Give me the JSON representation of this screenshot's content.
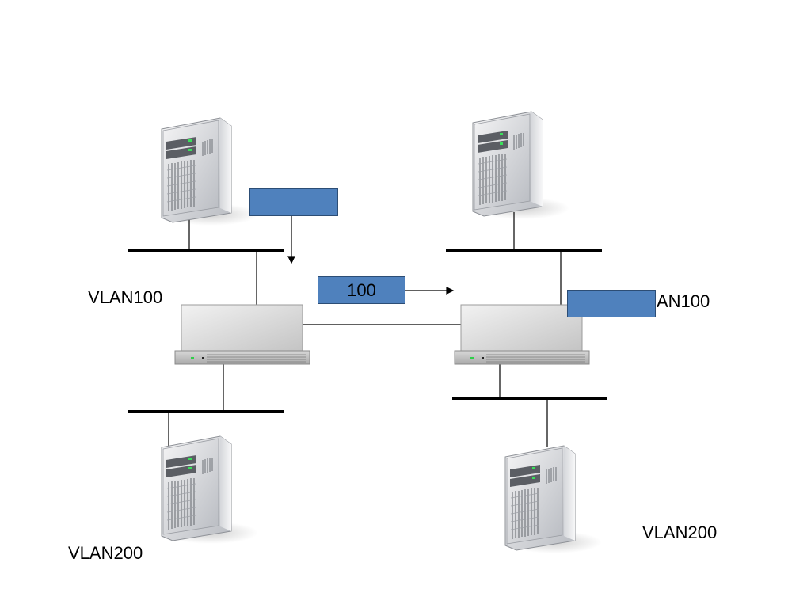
{
  "labels": {
    "vlan100_left": "VLAN100",
    "vlan200_left": "VLAN200",
    "vlan100_right": "AN100",
    "vlan200_right": "VLAN200"
  },
  "tags": {
    "top_left": "",
    "middle": "100",
    "right": ""
  },
  "colors": {
    "tag_fill": "#4f81bd",
    "tag_border": "#2c4d75",
    "line": "#000000"
  },
  "icons": {
    "server": "server-tower-icon",
    "switch": "network-switch-icon"
  }
}
